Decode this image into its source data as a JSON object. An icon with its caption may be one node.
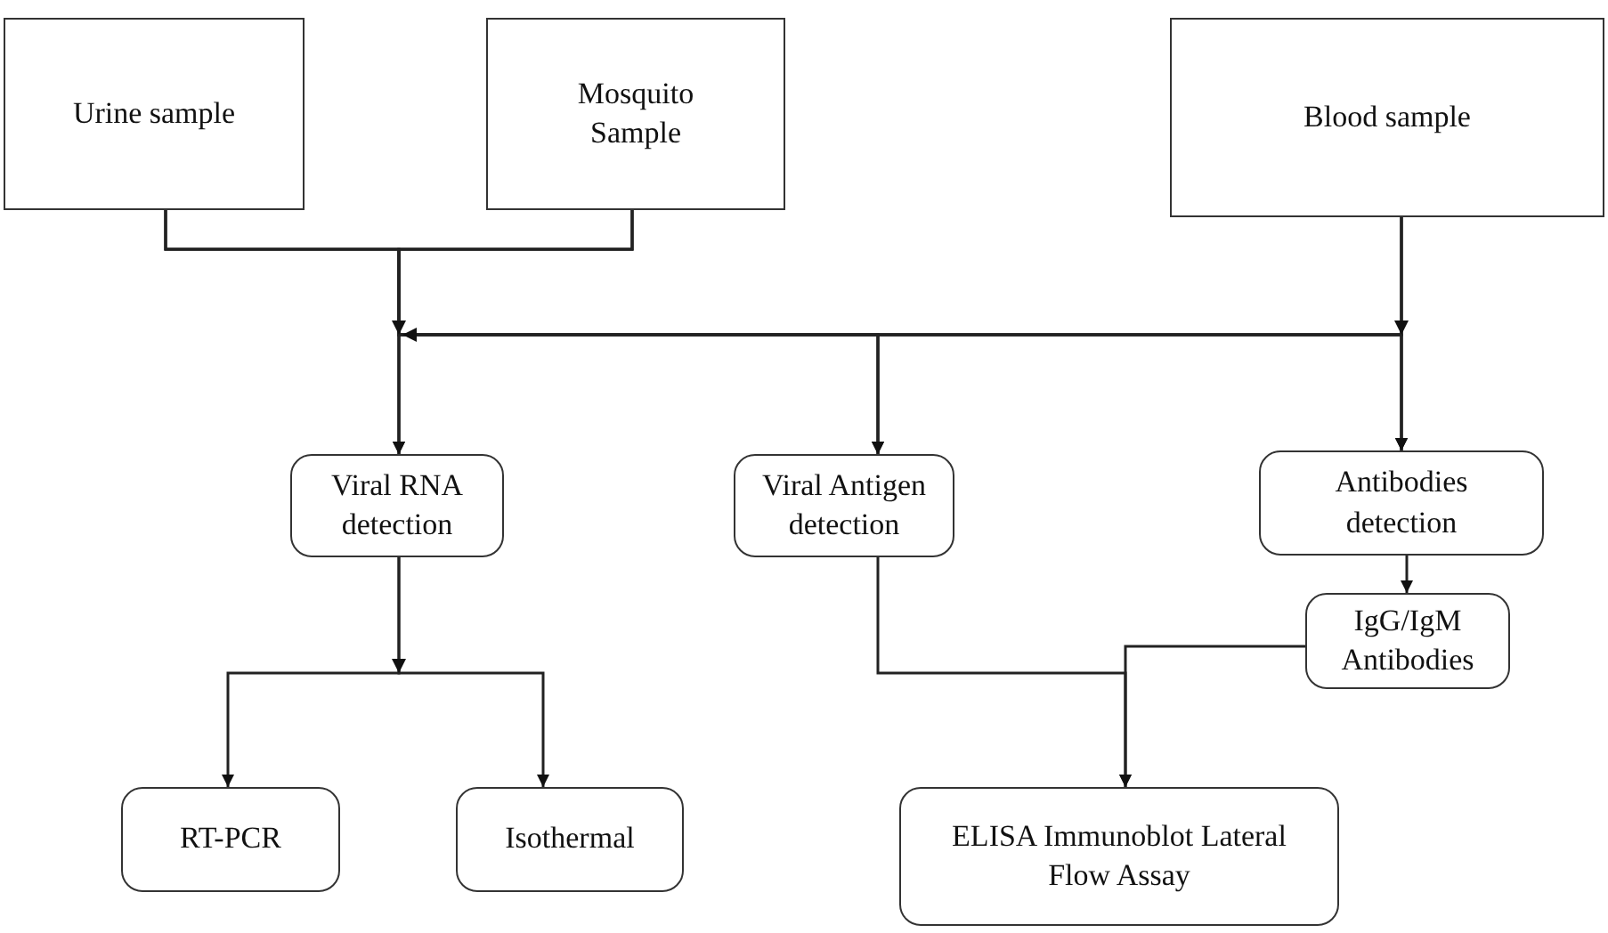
{
  "diagram": {
    "nodes": [
      {
        "text": [
          "Urine sample"
        ]
      },
      {
        "text": [
          "Mosquito Sample"
        ]
      },
      {
        "text": [
          "Blood sample"
        ]
      },
      {
        "text": [
          "Viral RNA detection"
        ]
      },
      {
        "text": [
          "Viral Antigen detection"
        ]
      },
      {
        "text": [
          "Antibodies detection"
        ]
      },
      {
        "text": [
          "IgG/IgM Antibodies"
        ]
      },
      {
        "text": [
          "RT-PCR"
        ]
      },
      {
        "text": [
          "Isothermal"
        ]
      },
      {
        "text": [
          "ELISA Immunoblot Lateral Flow Assay"
        ]
      }
    ],
    "edges": [
      {
        "from": 0,
        "to": 3,
        "arrow": "to"
      },
      {
        "from": 0,
        "to": 4,
        "arrow": "to"
      },
      {
        "from": 0,
        "to": 5,
        "arrow": "to"
      },
      {
        "from": 1,
        "to": 3,
        "arrow": "to"
      },
      {
        "from": 1,
        "to": 4,
        "arrow": "to"
      },
      {
        "from": 1,
        "to": 5,
        "arrow": "to"
      },
      {
        "from": 2,
        "to": 3,
        "arrow": "to"
      },
      {
        "from": 2,
        "to": 4,
        "arrow": "to"
      },
      {
        "from": 2,
        "to": 5,
        "arrow": "to"
      },
      {
        "from": 3,
        "to": 7,
        "arrow": "to"
      },
      {
        "from": 3,
        "to": 8,
        "arrow": "to"
      },
      {
        "from": 4,
        "to": 9,
        "arrow": "to"
      },
      {
        "from": 5,
        "to": 6,
        "arrow": "to"
      },
      {
        "from": 6,
        "to": 9,
        "arrow": "to"
      }
    ]
  }
}
